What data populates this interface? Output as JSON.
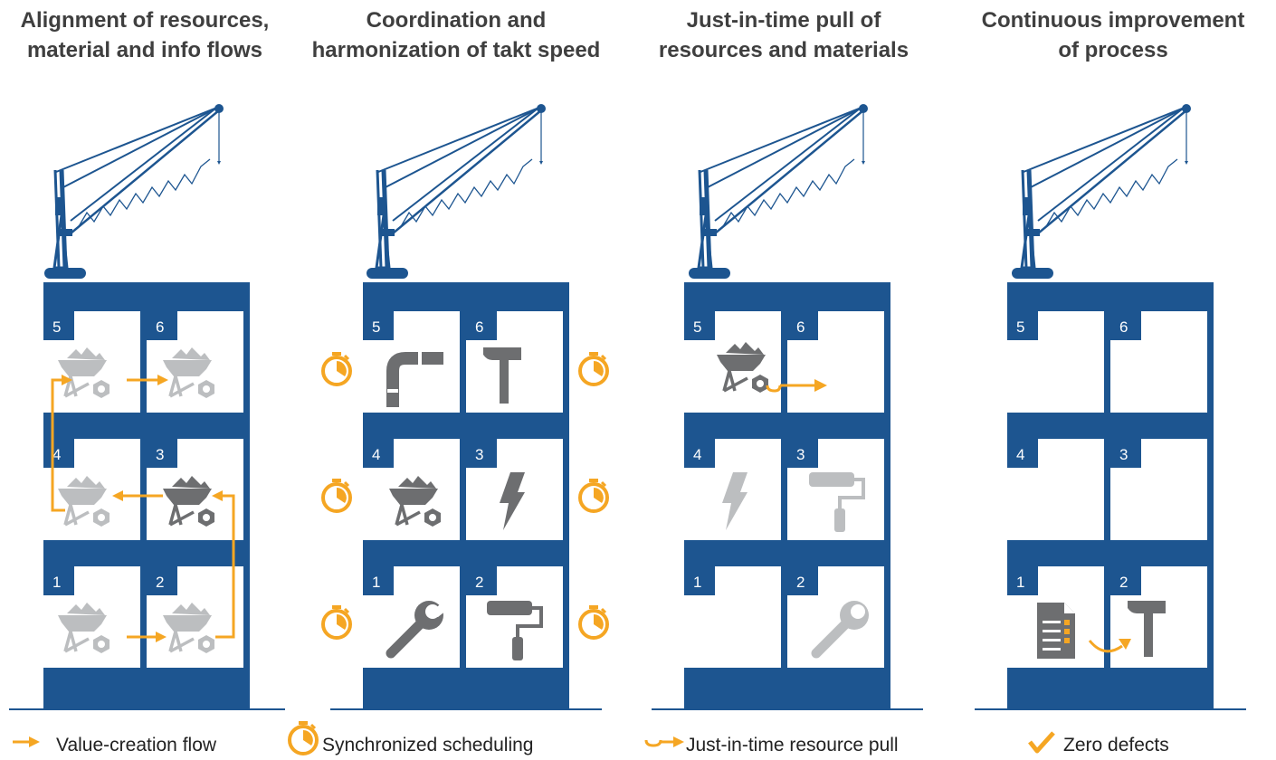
{
  "panels": [
    {
      "title_line1": "Alignment of resources,",
      "title_line2": "material and info flows",
      "floors": [
        "5",
        "6",
        "4",
        "3",
        "1",
        "2"
      ]
    },
    {
      "title_line1": "Coordination and",
      "title_line2": "harmonization of takt speed",
      "floors": [
        "5",
        "6",
        "4",
        "3",
        "1",
        "2"
      ]
    },
    {
      "title_line1": "Just-in-time pull of",
      "title_line2": "resources and materials",
      "floors": [
        "5",
        "6",
        "4",
        "3",
        "1",
        "2"
      ]
    },
    {
      "title_line1": "Continuous improvement",
      "title_line2": "of process",
      "floors": [
        "5",
        "6",
        "4",
        "3",
        "1",
        "2"
      ]
    }
  ],
  "legend": {
    "flow": "Value-creation flow",
    "sync": "Synchronized scheduling",
    "pull": "Just-in-time resource pull",
    "defects": "Zero defects"
  },
  "icons": {
    "panel1": [
      "wheelbarrow-icon",
      "wheelbarrow-icon",
      "wheelbarrow-icon",
      "wheelbarrow-icon",
      "wheelbarrow-icon",
      "wheelbarrow-icon"
    ],
    "panel2": [
      "pipe-icon",
      "hammer-icon",
      "wheelbarrow-icon",
      "lightning-icon",
      "wrench-icon",
      "paint-roller-icon"
    ],
    "panel3": [
      "wheelbarrow-icon",
      "lightning-icon",
      "paint-roller-icon",
      "wrench-icon"
    ],
    "panel4": [
      "checklist-icon",
      "hammer-icon"
    ]
  },
  "colors": {
    "building": "#1d5590",
    "accent": "#f5a623",
    "icon_dark": "#6d6e70",
    "icon_light": "#bcbec0",
    "text": "#3f3f3f"
  }
}
